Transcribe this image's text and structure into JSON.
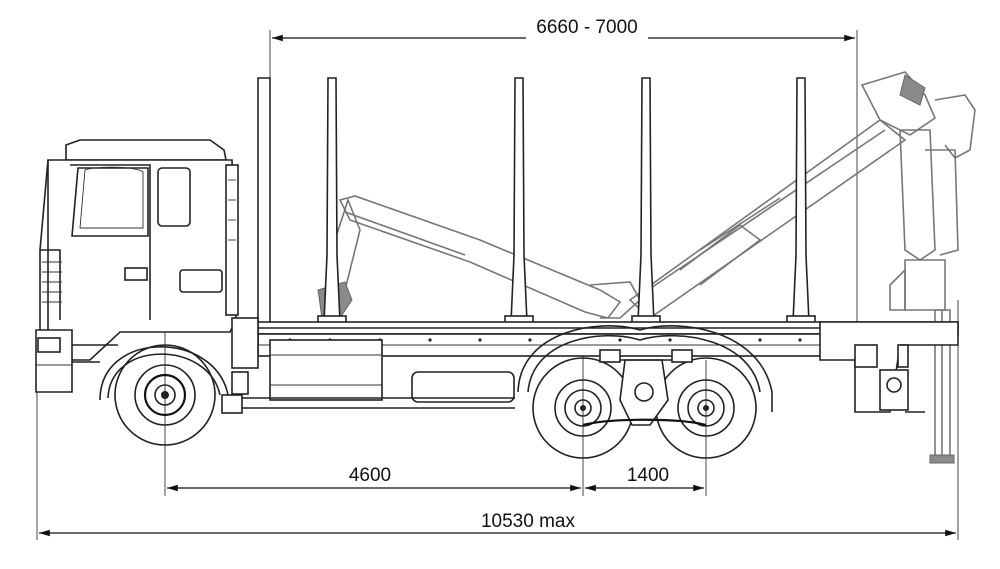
{
  "dimensions": {
    "body_length": "6660 - 7000",
    "wheelbase": "4600",
    "tandem_spacing": "1400",
    "overall_length": "10530 max"
  }
}
